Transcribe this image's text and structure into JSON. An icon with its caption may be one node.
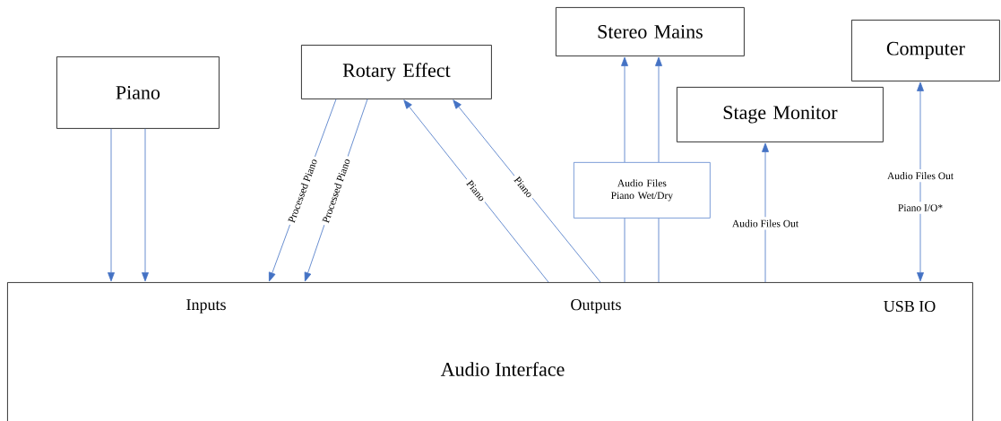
{
  "diagram": {
    "nodes": [
      {
        "text": [
          "Piano"
        ]
      },
      {
        "text": [
          "Rotary Effect"
        ]
      },
      {
        "text": [
          "Stereo Mains"
        ]
      },
      {
        "text": [
          "Computer"
        ]
      },
      {
        "text": [
          "Stage Monitor"
        ]
      },
      {
        "text": [
          "Inputs",
          "Outputs",
          "USB IO",
          "Audio Interface"
        ]
      },
      {
        "text": [
          "Audio Files Piano Wet/Dry"
        ]
      }
    ],
    "edges": [
      {
        "from": 0,
        "to": 5,
        "arrow": "to"
      },
      {
        "from": 0,
        "to": 5,
        "arrow": "to"
      },
      {
        "from": 1,
        "to": 5,
        "arrow": "to",
        "label": "Processed Piano"
      },
      {
        "from": 1,
        "to": 5,
        "arrow": "to",
        "label": "Processed Piano"
      },
      {
        "from": 5,
        "to": 1,
        "arrow": "to",
        "label": "Piano"
      },
      {
        "from": 5,
        "to": 1,
        "arrow": "to",
        "label": "Piano"
      },
      {
        "from": 5,
        "to": 6,
        "arrow": "none"
      },
      {
        "from": 5,
        "to": 6,
        "arrow": "none"
      },
      {
        "from": 6,
        "to": 2,
        "arrow": "to"
      },
      {
        "from": 6,
        "to": 2,
        "arrow": "to"
      },
      {
        "from": 5,
        "to": 4,
        "arrow": "to",
        "label": "Audio Files Out"
      },
      {
        "from": 5,
        "to": 3,
        "arrow": "both",
        "label": "Audio Files Out"
      }
    ],
    "labels": [
      "Piano I/O*"
    ]
  }
}
